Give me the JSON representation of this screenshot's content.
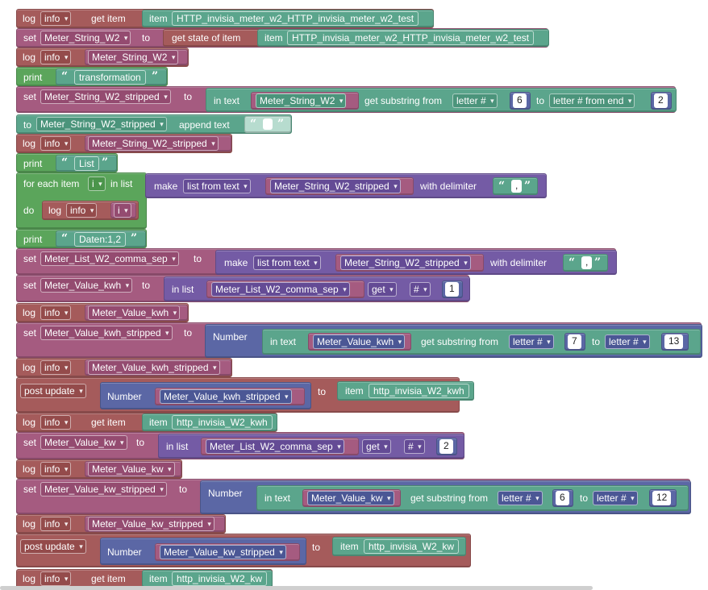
{
  "labels": {
    "log": "log",
    "info": "info",
    "get_item": "get item",
    "item": "item",
    "set": "set",
    "to": "to",
    "get_state_of_item": "get state of item",
    "print": "print",
    "in_text": "in text",
    "get_substring_from": "get substring from",
    "letter_num": "letter #",
    "letter_num_from_end": "letter # from end",
    "append_text": "append text",
    "for_each_item": "for each item",
    "in_list": "in list",
    "make": "make",
    "list_from_text": "list from text",
    "with_delimiter": "with delimiter",
    "do": "do",
    "get": "get",
    "hash": "#",
    "number": "Number",
    "post_update": "post update"
  },
  "variables": {
    "meter_string": "Meter_String_W2",
    "meter_string_stripped": "Meter_String_W2_stripped",
    "i": "i",
    "meter_list": "Meter_List_W2_comma_sep",
    "value_kwh": "Meter_Value_kwh",
    "value_kwh_stripped": "Meter_Value_kwh_stripped",
    "value_kw": "Meter_Value_kw",
    "value_kw_stripped": "Meter_Value_kw_stripped"
  },
  "items": {
    "http_test": "HTTP_invisia_meter_w2_HTTP_invisia_meter_w2_test",
    "kwh": "http_invisia_W2_kwh",
    "kw": "http_invisia_W2_kw"
  },
  "strings": {
    "transformation": "transformation",
    "empty": "",
    "list": "List",
    "delimiter": ",",
    "daten": "Daten:1,2"
  },
  "numbers": {
    "n6": "6",
    "n2": "2",
    "n1": "1",
    "n7": "7",
    "n13": "13",
    "n12": "12"
  },
  "colors": {
    "log": "#a55b5b",
    "variables": "#a55b80",
    "text": "#5ba58c",
    "lists": "#745ba5",
    "math": "#5b67a5",
    "loops": "#5ba55b"
  }
}
